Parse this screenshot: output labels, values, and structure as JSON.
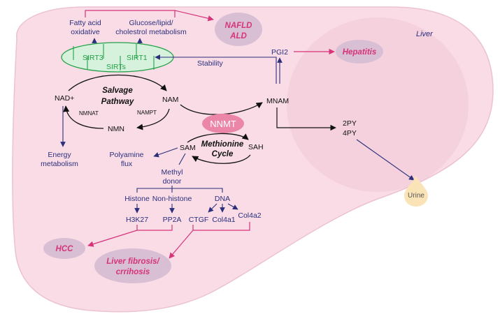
{
  "title": "",
  "liver_label": "Liver",
  "top": {
    "fatty_acid": [
      "Fatty acid",
      "oxidative"
    ],
    "glucose": [
      "Glucose/lipid/",
      "cholestrol metabolism"
    ],
    "nafld": [
      "NAFLD",
      "ALD"
    ]
  },
  "sirts": {
    "sirt3": "SIRT3",
    "sirt1": "SIRT1",
    "label": "SIRTs"
  },
  "stability": "Stability",
  "pgi2": "PGI2",
  "hepatitis": "Hepatitis",
  "salvage": {
    "nad": "NAD+",
    "nam": "NAM",
    "nmn": "NMN",
    "nmnat": "NMNAT",
    "nampt": "NAMPT",
    "title": [
      "Salvage",
      "Pathway"
    ]
  },
  "mnam": "MNAM",
  "nnmt": "NNMT",
  "py": [
    "2PY",
    "4PY"
  ],
  "urine": "Urine",
  "methionine": {
    "sam": "SAM",
    "sah": "SAH",
    "title": [
      "Methionine",
      "Cycle"
    ]
  },
  "energy": [
    "Energy",
    "metabolism"
  ],
  "polyamine": [
    "Polyamine",
    "flux"
  ],
  "methyl": [
    "Methyl",
    "donor"
  ],
  "histone": "Histone",
  "nonhistone": "Non-histone",
  "dna": "DNA",
  "h3k27": "H3K27",
  "pp2a": "PP2A",
  "ctgf": "CTGF",
  "col4a1": "Col4a1",
  "col4a2": "Col4a2",
  "hcc": "HCC",
  "fibrosis": [
    "Liver fibrosis/",
    "crrihosis"
  ],
  "colors": {
    "navy": "#2b2f7c",
    "pink": "#d6337a",
    "green": "#22a047",
    "liver": "#f9dce6",
    "nnmt": "#ec86a8",
    "bubble": "#d9bfd4"
  }
}
